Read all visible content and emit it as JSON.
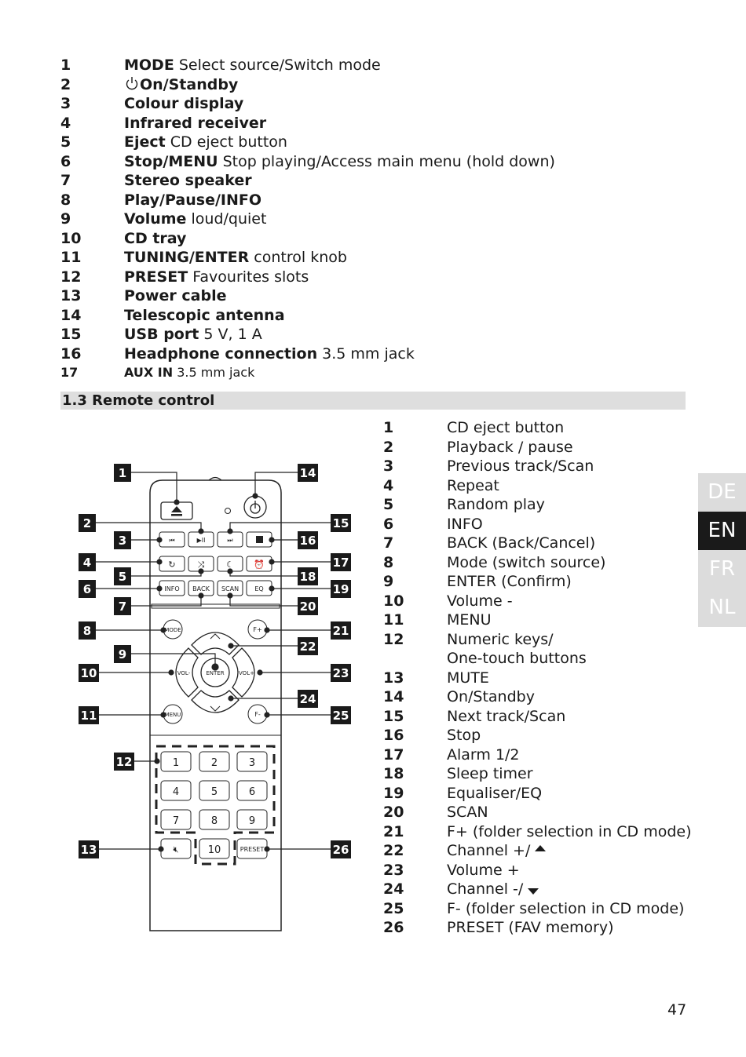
{
  "parts_list": [
    {
      "n": "1",
      "bold": "MODE",
      "rest": " Select source/Switch mode"
    },
    {
      "n": "2",
      "bold": "On/Standby",
      "rest": "",
      "power": true
    },
    {
      "n": "3",
      "bold": "Colour display",
      "rest": ""
    },
    {
      "n": "4",
      "bold": "Infrared receiver",
      "rest": ""
    },
    {
      "n": "5",
      "bold": "Eject",
      "rest": " CD eject button"
    },
    {
      "n": "6",
      "bold": "Stop/MENU",
      "rest": " Stop playing/Access main menu (hold down)"
    },
    {
      "n": "7",
      "bold": "Stereo speaker",
      "rest": ""
    },
    {
      "n": "8",
      "bold": "Play/Pause/INFO",
      "rest": ""
    },
    {
      "n": "9",
      "bold": "Volume",
      "rest": " loud/quiet"
    },
    {
      "n": "10",
      "bold": "CD tray",
      "rest": ""
    },
    {
      "n": "11",
      "bold": "TUNING/ENTER",
      "rest": " control knob"
    },
    {
      "n": "12",
      "bold": "PRESET",
      "rest": " Favourites slots"
    },
    {
      "n": "13",
      "bold": "Power cable",
      "rest": ""
    },
    {
      "n": "14",
      "bold": "Telescopic antenna",
      "rest": ""
    },
    {
      "n": "15",
      "bold": "USB port",
      "rest": " 5 V, 1 A"
    },
    {
      "n": "16",
      "bold": "Headphone connection",
      "rest": " 3.5 mm jack"
    },
    {
      "n": "17",
      "bold": "AUX IN",
      "rest": " 3.5 mm jack",
      "small": true
    }
  ],
  "section_title": "1.3 Remote control",
  "remote_list": [
    {
      "n": "1",
      "t": "CD eject button"
    },
    {
      "n": "2",
      "t": "Playback / pause"
    },
    {
      "n": "3",
      "t": "Previous track/Scan"
    },
    {
      "n": "4",
      "t": "Repeat"
    },
    {
      "n": "5",
      "t": "Random play"
    },
    {
      "n": "6",
      "t": "INFO"
    },
    {
      "n": "7",
      "t": "BACK (Back/Cancel)"
    },
    {
      "n": "8",
      "t": "Mode (switch source)"
    },
    {
      "n": "9",
      "t": "ENTER (Confirm)"
    },
    {
      "n": "10",
      "t": "Volume -"
    },
    {
      "n": "11",
      "t": "MENU"
    },
    {
      "n": "12",
      "t": "Numeric keys/"
    },
    {
      "n": "",
      "t": "One-touch buttons"
    },
    {
      "n": "13",
      "t": "MUTE"
    },
    {
      "n": "14",
      "t": "On/Standby"
    },
    {
      "n": "15",
      "t": "Next track/Scan"
    },
    {
      "n": "16",
      "t": "Stop"
    },
    {
      "n": "17",
      "t": "Alarm 1/2"
    },
    {
      "n": "18",
      "t": "Sleep timer"
    },
    {
      "n": "19",
      "t": "Equaliser/EQ"
    },
    {
      "n": "20",
      "t": "SCAN"
    },
    {
      "n": "21",
      "t": "F+ (folder selection in CD mode)"
    },
    {
      "n": "22",
      "t": "Channel +/",
      "arrow": "up"
    },
    {
      "n": "23",
      "t": "Volume +"
    },
    {
      "n": "24",
      "t": "Channel -/",
      "arrow": "down"
    },
    {
      "n": "25",
      "t": "F- (folder selection in CD mode)"
    },
    {
      "n": "26",
      "t": "PRESET (FAV memory)"
    }
  ],
  "languages": [
    {
      "code": "DE",
      "active": false
    },
    {
      "code": "EN",
      "active": true
    },
    {
      "code": "FR",
      "active": false
    },
    {
      "code": "NL",
      "active": false
    }
  ],
  "remote_buttons": {
    "info": "INFO",
    "back": "BACK",
    "scan": "SCAN",
    "eq": "EQ",
    "mode": "MODE",
    "fplus": "F+",
    "fminus": "F-",
    "volminus": "VOL-",
    "volplus": "VOL+",
    "enter": "ENTER",
    "menu": "MENU",
    "preset": "PRESET",
    "keys": [
      "1",
      "2",
      "3",
      "4",
      "5",
      "6",
      "7",
      "8",
      "9",
      "10"
    ]
  },
  "callouts": [
    "1",
    "2",
    "3",
    "4",
    "5",
    "6",
    "7",
    "8",
    "9",
    "10",
    "11",
    "12",
    "13",
    "14",
    "15",
    "16",
    "17",
    "18",
    "19",
    "20",
    "21",
    "22",
    "23",
    "24",
    "25",
    "26"
  ],
  "page_number": "47"
}
